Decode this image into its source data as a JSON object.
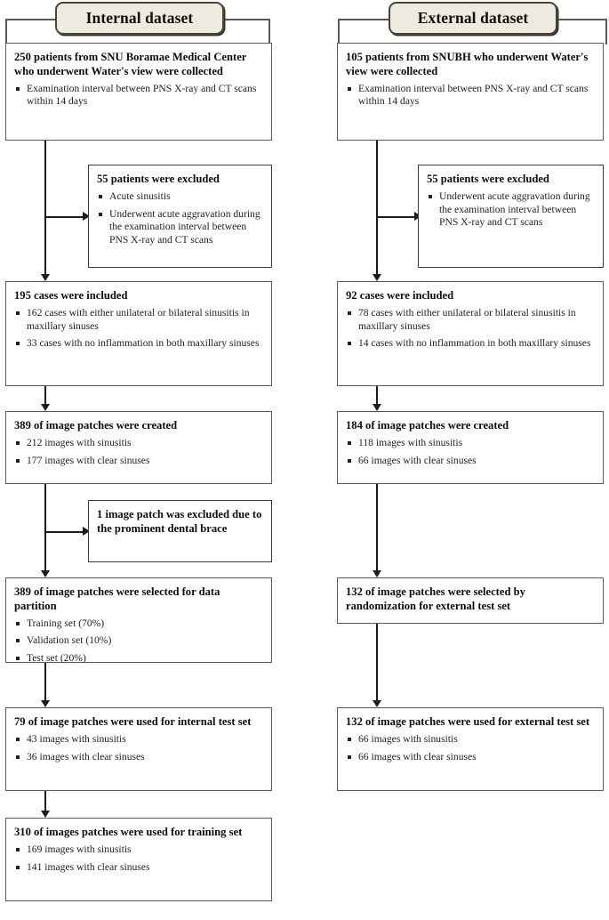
{
  "diagram": {
    "title": "Study dataset flow diagram",
    "accent_badge_fill": "#EDEAE0",
    "accent_badge_border": "#4A4434",
    "box_border": "#5a5a5a",
    "connector_color": "#1c1c1c"
  },
  "columns": [
    {
      "id": "internal",
      "badge": "Internal dataset",
      "boxes": [
        {
          "id": "int-enrolled",
          "title": "250 patients from SNU Boramae Medical Center who underwent Water's view were collected",
          "items": [
            "Examination interval between PNS X-ray and CT scans within 14 days"
          ]
        },
        {
          "id": "int-excluded-1",
          "title": "55 patients were excluded",
          "items": [
            "Acute sinusitis",
            "Underwent acute aggravation during the examination interval between PNS X-ray and CT scans"
          ]
        },
        {
          "id": "int-included",
          "title": "195 cases were included",
          "items": [
            "162 cases with either unilateral or bilateral sinusitis in maxillary sinuses",
            "33 cases with no inflammation in both maxillary sinuses"
          ]
        },
        {
          "id": "int-patches-created",
          "title": "389 of image patches were created",
          "items": [
            "212 images with sinusitis",
            "177 images with clear sinuses"
          ]
        },
        {
          "id": "int-excluded-2",
          "title": "1 image patch was excluded due to the prominent dental brace",
          "items": []
        },
        {
          "id": "int-partition",
          "title": "389 of image patches were selected for data partition",
          "items": [
            "Training set (70%)",
            "Validation set (10%)",
            "Test set (20%)"
          ]
        },
        {
          "id": "int-test-set",
          "title": "79 of image patches were used for internal test set",
          "items": [
            "43 images with sinusitis",
            "36 images with clear sinuses"
          ]
        },
        {
          "id": "int-training-set",
          "title": "310 of images patches were used for training set",
          "items": [
            "169 images with sinusitis",
            "141 images with clear sinuses"
          ]
        }
      ]
    },
    {
      "id": "external",
      "badge": "External dataset",
      "boxes": [
        {
          "id": "ext-enrolled",
          "title": "105 patients from SNUBH who underwent Water's view were collected",
          "items": [
            "Examination interval between PNS X-ray and CT scans within 14 days"
          ]
        },
        {
          "id": "ext-excluded-1",
          "title": "55 patients were excluded",
          "items": [
            "Underwent acute aggravation during the examination interval between PNS X-ray and CT scans"
          ]
        },
        {
          "id": "ext-included",
          "title": "92 cases were included",
          "items": [
            "78 cases with either unilateral or bilateral sinusitis in maxillary sinuses",
            "14 cases with no inflammation in both maxillary sinuses"
          ]
        },
        {
          "id": "ext-patches-created",
          "title": "184 of image patches were created",
          "items": [
            "118 images with sinusitis",
            "66 images with clear sinuses"
          ]
        },
        {
          "id": "ext-randomized",
          "title": "132 of image patches were selected by randomization for external test set",
          "items": []
        },
        {
          "id": "ext-test-set",
          "title": "132 of image patches were used for external test set",
          "items": [
            "66 images with sinusitis",
            "66 images with clear sinuses"
          ]
        }
      ]
    }
  ]
}
